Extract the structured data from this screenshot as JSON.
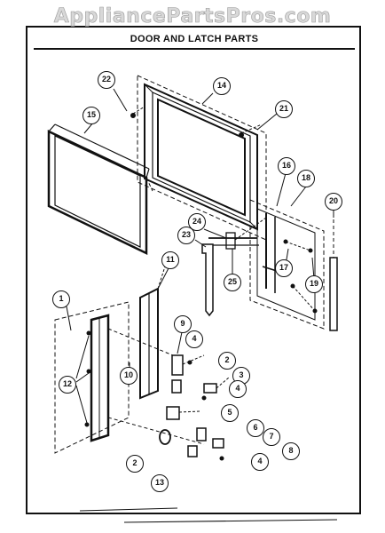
{
  "watermark": "AppliancePartsPros.com",
  "title": "DOOR AND LATCH PARTS",
  "callouts": {
    "c1": "1",
    "c2a": "2",
    "c2b": "2",
    "c3": "3",
    "c4a": "4",
    "c4b": "4",
    "c4c": "4",
    "c5": "5",
    "c6": "6",
    "c7": "7",
    "c8": "8",
    "c9": "9",
    "c10": "10",
    "c11": "11",
    "c12": "12",
    "c13": "13",
    "c14": "14",
    "c15": "15",
    "c16": "16",
    "c17": "17",
    "c18": "18",
    "c19": "19",
    "c20": "20",
    "c21": "21",
    "c22": "22",
    "c23": "23",
    "c24": "24",
    "c25": "25"
  }
}
